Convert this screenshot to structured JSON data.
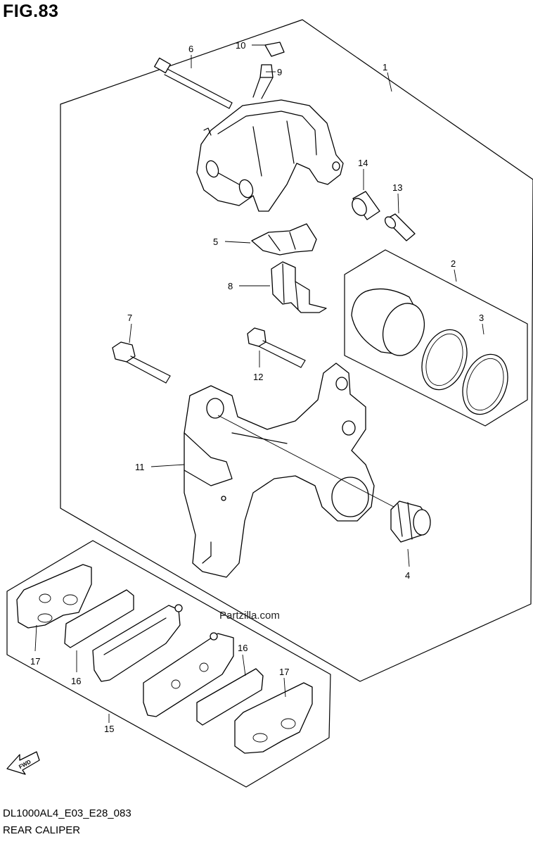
{
  "figure": {
    "title": "FIG.83",
    "code": "DL1000AL4_E03_E28_083",
    "name": "REAR CALIPER",
    "watermark": "Partzilla.com",
    "fwd_label": "FWD"
  },
  "callouts": [
    {
      "id": "1",
      "label": "1"
    },
    {
      "id": "2",
      "label": "2"
    },
    {
      "id": "3",
      "label": "3"
    },
    {
      "id": "4",
      "label": "4"
    },
    {
      "id": "5",
      "label": "5"
    },
    {
      "id": "6",
      "label": "6"
    },
    {
      "id": "7",
      "label": "7"
    },
    {
      "id": "8",
      "label": "8"
    },
    {
      "id": "9",
      "label": "9"
    },
    {
      "id": "10",
      "label": "10"
    },
    {
      "id": "11",
      "label": "11"
    },
    {
      "id": "12",
      "label": "12"
    },
    {
      "id": "13",
      "label": "13"
    },
    {
      "id": "14",
      "label": "14"
    },
    {
      "id": "15",
      "label": "15"
    },
    {
      "id": "16a",
      "label": "16"
    },
    {
      "id": "16b",
      "label": "16"
    },
    {
      "id": "17a",
      "label": "17"
    },
    {
      "id": "17b",
      "label": "17"
    }
  ]
}
